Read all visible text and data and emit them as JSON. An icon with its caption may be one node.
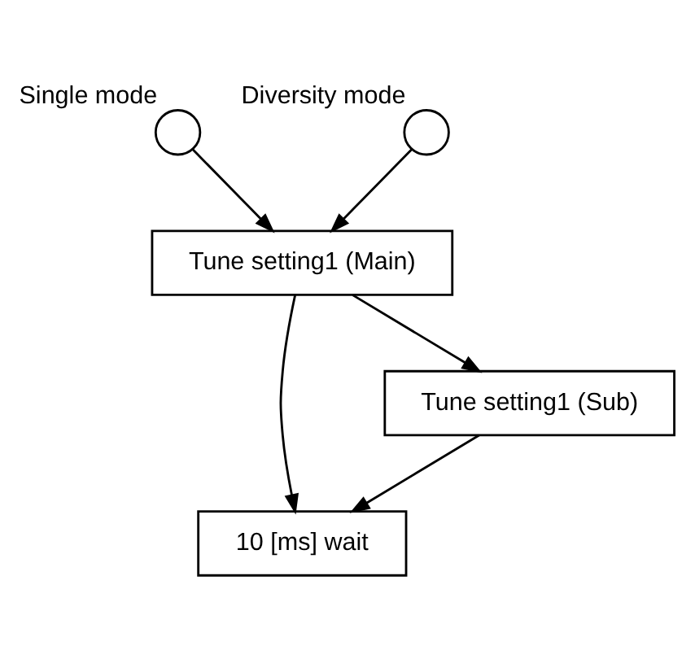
{
  "diagram": {
    "nodes": [
      {
        "text": [
          "Single mode"
        ]
      },
      {
        "text": [
          "Diversity mode"
        ]
      },
      {
        "text": [
          "Tune setting1 (Main)"
        ]
      },
      {
        "text": [
          "Tune setting1 (Sub)"
        ]
      },
      {
        "text": [
          "10 [ms] wait"
        ]
      }
    ],
    "edges": [
      {
        "from": 0,
        "to": 2,
        "arrow": "to"
      },
      {
        "from": 1,
        "to": 2,
        "arrow": "to"
      },
      {
        "from": 2,
        "to": 4,
        "arrow": "to"
      },
      {
        "from": 2,
        "to": 3,
        "arrow": "to"
      },
      {
        "from": 3,
        "to": 4,
        "arrow": "to"
      }
    ]
  }
}
